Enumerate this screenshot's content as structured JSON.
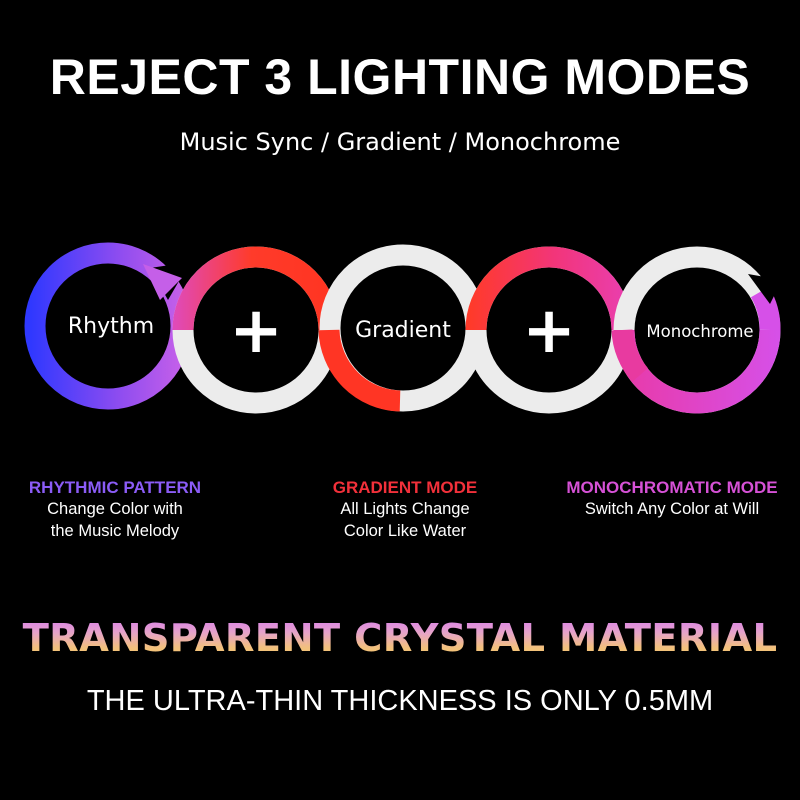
{
  "header": {
    "title": "REJECT 3 LIGHTING MODES",
    "subtitle": "Music Sync / Gradient / Monochrome"
  },
  "rings": {
    "labels": [
      "Rhythm",
      "Gradient",
      "Monochrome"
    ],
    "plus": "+"
  },
  "modes": [
    {
      "title": "RHYTHMIC PATTERN",
      "lines": [
        "Change Color with",
        "the Music Melody"
      ],
      "color": "#8b5cf6"
    },
    {
      "title": "GRADIENT MODE",
      "lines": [
        "All Lights Change",
        "Color Like Water"
      ],
      "color": "#f2303a"
    },
    {
      "title": "MONOCHROMATIC MODE",
      "lines": [
        "Switch Any Color at Will"
      ],
      "color": "#d651d6"
    }
  ],
  "footer": {
    "material": "TRANSPARENT CRYSTAL MATERIAL",
    "thickness": "THE ULTRA-THIN THICKNESS IS ONLY 0.5MM"
  },
  "colors": {
    "background": "#000000",
    "ring_white": "#ececec",
    "blue": "#3a3aff",
    "purple": "#b25cf0",
    "red": "#ff3b2e",
    "pink": "#e83aa0",
    "magenta": "#e060e0"
  }
}
